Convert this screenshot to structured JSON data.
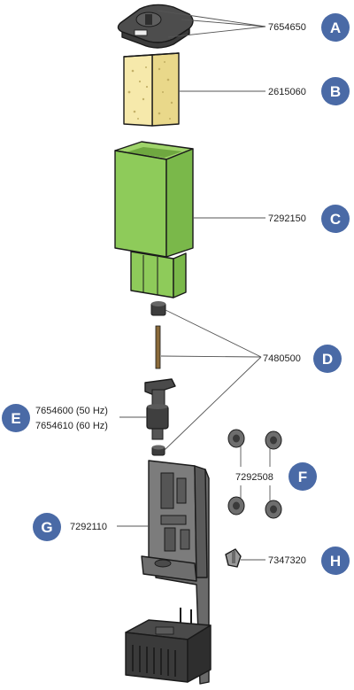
{
  "parts": {
    "a": {
      "letter": "A",
      "number": "7654650"
    },
    "b": {
      "letter": "B",
      "number": "2615060"
    },
    "c": {
      "letter": "C",
      "number": "7292150"
    },
    "d": {
      "letter": "D",
      "number": "7480500"
    },
    "e": {
      "letter": "E",
      "number_50hz": "7654600 (50 Hz)",
      "number_60hz": "7654610 (60 Hz)"
    },
    "f": {
      "letter": "F",
      "number": "7292508"
    },
    "g": {
      "letter": "G",
      "number": "7292110"
    },
    "h": {
      "letter": "H",
      "number": "7347320"
    }
  },
  "colors": {
    "badge": "#4a6aa6",
    "green_basket": "#8ecb5a",
    "sponge": "#f3e6a3",
    "dark_part": "#4a4a4a",
    "grey_part": "#7a7a7a"
  }
}
